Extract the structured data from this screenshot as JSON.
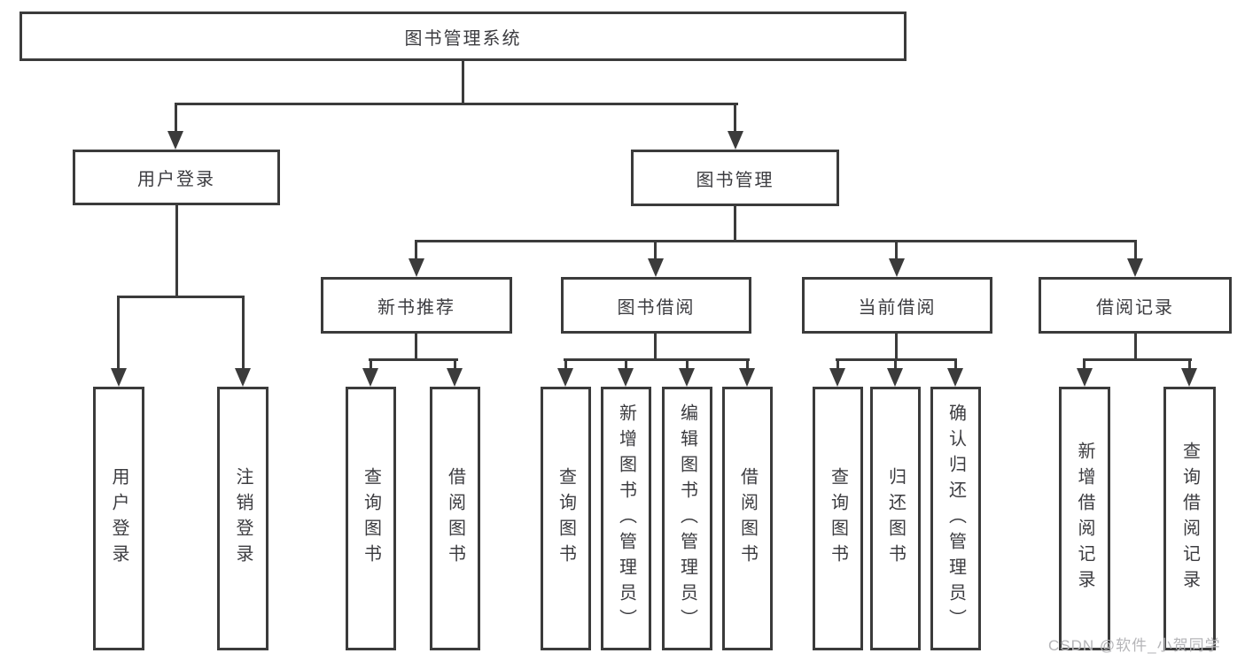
{
  "title": "图书管理系统",
  "colors": {
    "line": "#3b3b3b",
    "box_border": "#3b3b3b",
    "text": "#3c3c40",
    "watermark": "#b5b5b8",
    "background": "#ffffff"
  },
  "watermark": {
    "text": "CSDN @软件_小贺同学"
  },
  "tree": {
    "label": "图书管理系统",
    "children": [
      {
        "label": "用户登录",
        "children": [
          {
            "label": "用户登录"
          },
          {
            "label": "注销登录"
          }
        ]
      },
      {
        "label": "图书管理",
        "children": [
          {
            "label": "新书推荐",
            "children": [
              {
                "label": "查询图书"
              },
              {
                "label": "借阅图书"
              }
            ]
          },
          {
            "label": "图书借阅",
            "children": [
              {
                "label": "查询图书"
              },
              {
                "label": "新增图书（管理员）"
              },
              {
                "label": "编辑图书（管理员）"
              },
              {
                "label": "借阅图书"
              }
            ]
          },
          {
            "label": "当前借阅",
            "children": [
              {
                "label": "查询图书"
              },
              {
                "label": "归还图书"
              },
              {
                "label": "确认归还（管理员）"
              }
            ]
          },
          {
            "label": "借阅记录",
            "children": [
              {
                "label": "新增借阅记录"
              },
              {
                "label": "查询借阅记录"
              }
            ]
          }
        ]
      }
    ]
  }
}
